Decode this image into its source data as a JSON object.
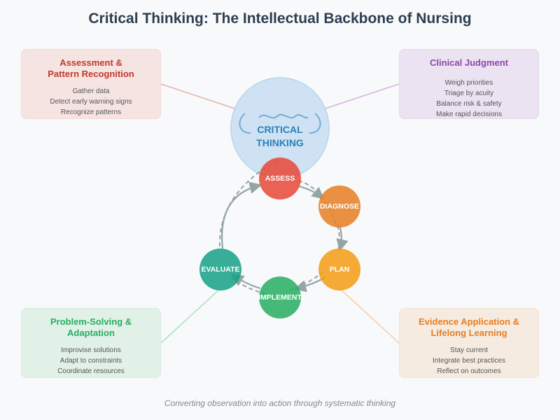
{
  "title": "Critical Thinking: The Intellectual Backbone of Nursing",
  "center": {
    "line1": "CRITICAL",
    "line2": "THINKING",
    "color": "#2980b9"
  },
  "cycle": [
    {
      "label": "ASSESS",
      "color": "#e74c3c"
    },
    {
      "label": "DIAGNOSE",
      "color": "#e67e22"
    },
    {
      "label": "PLAN",
      "color": "#f39c12"
    },
    {
      "label": "IMPLEMENT",
      "color": "#27ae60"
    },
    {
      "label": "EVALUATE",
      "color": "#16a085"
    }
  ],
  "boxes": {
    "assessment": {
      "title": "Assessment &\nPattern Recognition",
      "items": [
        "Gather data",
        "Detect early warning signs",
        "Recognize patterns"
      ],
      "accent": "#c0392b"
    },
    "judgment": {
      "title": "Clinical Judgment",
      "items": [
        "Weigh priorities",
        "Triage by acuity",
        "Balance risk & safety",
        "Make rapid decisions"
      ],
      "accent": "#8e44ad"
    },
    "problem": {
      "title": "Problem-Solving &\nAdaptation",
      "items": [
        "Improvise solutions",
        "Adapt to constraints",
        "Coordinate resources"
      ],
      "accent": "#27ae60"
    },
    "evidence": {
      "title": "Evidence Application &\nLifelong Learning",
      "items": [
        "Stay current",
        "Integrate best practices",
        "Reflect on outcomes"
      ],
      "accent": "#e67e22"
    }
  },
  "footer": "Converting observation into action through systematic thinking"
}
